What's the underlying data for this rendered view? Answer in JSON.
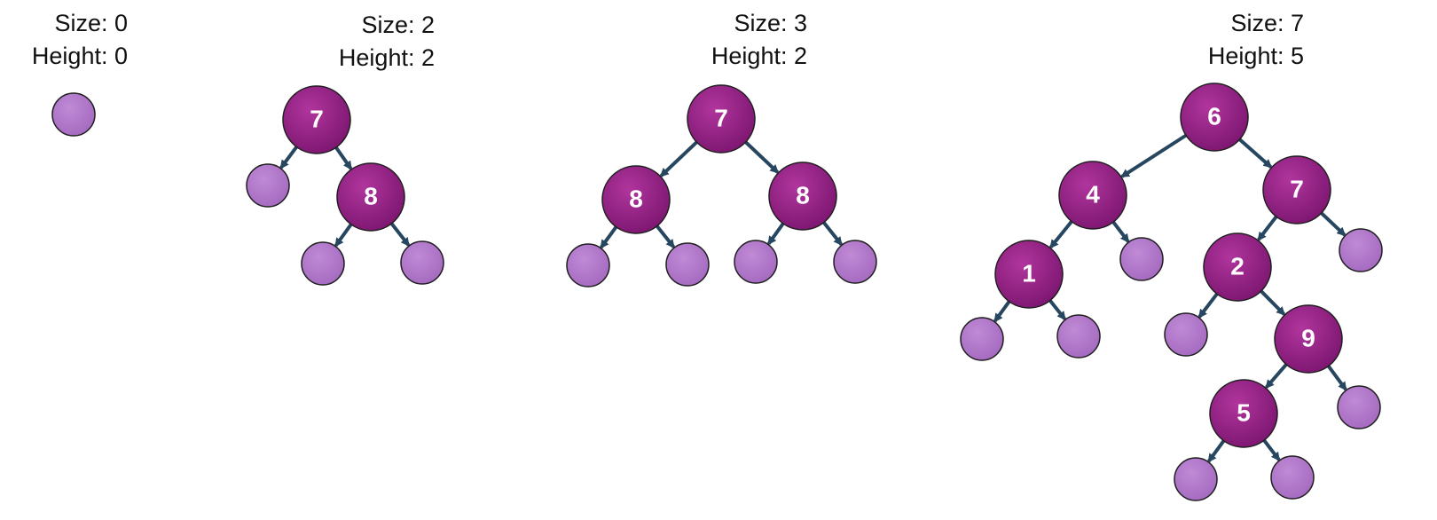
{
  "trees": [
    {
      "size_label": "Size: 0",
      "height_label": "Height: 0",
      "nodes": [
        {
          "id": "n0",
          "value": null
        }
      ],
      "edges": []
    },
    {
      "size_label": "Size: 2",
      "height_label": "Height: 2",
      "nodes": [
        {
          "id": "n7",
          "value": "7"
        },
        {
          "id": "nl",
          "value": null
        },
        {
          "id": "n8",
          "value": "8"
        },
        {
          "id": "n8l",
          "value": null
        },
        {
          "id": "n8r",
          "value": null
        }
      ],
      "edges": [
        [
          "n7",
          "nl"
        ],
        [
          "n7",
          "n8"
        ],
        [
          "n8",
          "n8l"
        ],
        [
          "n8",
          "n8r"
        ]
      ]
    },
    {
      "size_label": "Size: 3",
      "height_label": "Height: 2",
      "nodes": [
        {
          "id": "n7",
          "value": "7"
        },
        {
          "id": "n8a",
          "value": "8"
        },
        {
          "id": "n8b",
          "value": "8"
        },
        {
          "id": "n8al",
          "value": null
        },
        {
          "id": "n8ar",
          "value": null
        },
        {
          "id": "n8bl",
          "value": null
        },
        {
          "id": "n8br",
          "value": null
        }
      ],
      "edges": [
        [
          "n7",
          "n8a"
        ],
        [
          "n7",
          "n8b"
        ],
        [
          "n8a",
          "n8al"
        ],
        [
          "n8a",
          "n8ar"
        ],
        [
          "n8b",
          "n8bl"
        ],
        [
          "n8b",
          "n8br"
        ]
      ]
    },
    {
      "size_label": "Size: 7",
      "height_label": "Height: 5",
      "nodes": [
        {
          "id": "n6",
          "value": "6"
        },
        {
          "id": "n4",
          "value": "4"
        },
        {
          "id": "n7",
          "value": "7"
        },
        {
          "id": "n1",
          "value": "1"
        },
        {
          "id": "n4r",
          "value": null
        },
        {
          "id": "n1l",
          "value": null
        },
        {
          "id": "n1r",
          "value": null
        },
        {
          "id": "n2",
          "value": "2"
        },
        {
          "id": "n7r",
          "value": null
        },
        {
          "id": "n2l",
          "value": null
        },
        {
          "id": "n9",
          "value": "9"
        },
        {
          "id": "n5",
          "value": "5"
        },
        {
          "id": "n9r",
          "value": null
        },
        {
          "id": "n5l",
          "value": null
        },
        {
          "id": "n5r",
          "value": null
        }
      ],
      "edges": [
        [
          "n6",
          "n4"
        ],
        [
          "n6",
          "n7"
        ],
        [
          "n4",
          "n1"
        ],
        [
          "n4",
          "n4r"
        ],
        [
          "n1",
          "n1l"
        ],
        [
          "n1",
          "n1r"
        ],
        [
          "n7",
          "n2"
        ],
        [
          "n7",
          "n7r"
        ],
        [
          "n2",
          "n2l"
        ],
        [
          "n2",
          "n9"
        ],
        [
          "n9",
          "n5"
        ],
        [
          "n9",
          "n9r"
        ],
        [
          "n5",
          "n5l"
        ],
        [
          "n5",
          "n5r"
        ]
      ]
    }
  ],
  "colors": {
    "node_fill": "#8c1f7f",
    "node_edge": "#1f1f1f",
    "leaf_fill": "#ad72c6",
    "edge_color": "#27465f",
    "label_color": "#ffffff",
    "caption_color": "#111111"
  }
}
